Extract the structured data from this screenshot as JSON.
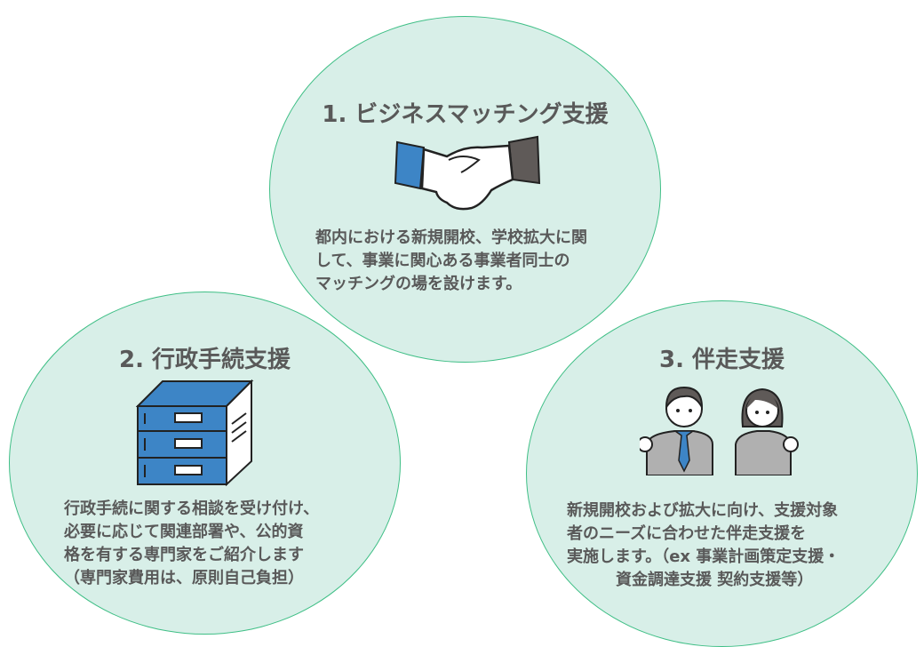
{
  "circles": [
    {
      "title": "1. ビジネスマッチング支援",
      "icon": "handshake-icon",
      "lines": [
        "都内における新規開校、学校拡大に関",
        "して、事業に関心ある事業者同士の",
        "マッチングの場を設けます。"
      ]
    },
    {
      "title": "2. 行政手続支援",
      "icon": "document-stack-icon",
      "lines": [
        "行政手続に関する相談を受け付け、",
        "必要に応じて関連部署や、公的資",
        "格を有する専門家をご紹介します",
        "（専門家費用は、原則自己負担）"
      ]
    },
    {
      "title": "3. 伴走支援",
      "icon": "business-people-icon",
      "lines": [
        "新規開校および拡大に向け、支援対象",
        "者のニーズに合わせた伴走支援を",
        "実施します。（ex 事業計画策定支援・",
        "資金調達支援  契約支援等）"
      ]
    }
  ],
  "colors": {
    "circle_fill": "#d8efe8",
    "circle_border": "#3fbf86",
    "text": "#595959",
    "blue": "#3d85c6"
  }
}
